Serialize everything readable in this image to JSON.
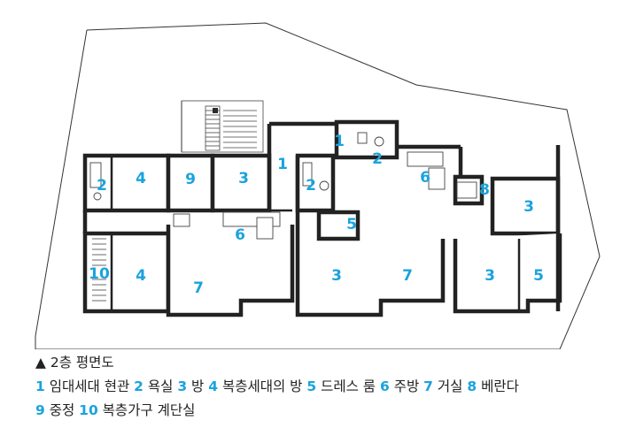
{
  "caption": {
    "title": "▲ 2층 평면도",
    "legend_line1": [
      {
        "n": "1",
        "label": "임대세대 현관"
      },
      {
        "n": "2",
        "label": "욕실"
      },
      {
        "n": "3",
        "label": "방"
      },
      {
        "n": "4",
        "label": "복층세대의 방"
      },
      {
        "n": "5",
        "label": "드레스 룸"
      },
      {
        "n": "6",
        "label": "주방"
      },
      {
        "n": "7",
        "label": "거실"
      },
      {
        "n": "8",
        "label": "베란다"
      }
    ],
    "legend_line2": [
      {
        "n": "9",
        "label": "중정"
      },
      {
        "n": "10",
        "label": "복층가구 계단실"
      }
    ]
  },
  "room_labels": {
    "r1a": "1",
    "r1b": "1",
    "r2a": "2",
    "r2b": "2",
    "r2c": "2",
    "r3a": "3",
    "r3b": "3",
    "r3c": "3",
    "r3d": "3",
    "r4a": "4",
    "r4b": "4",
    "r5a": "5",
    "r5b": "5",
    "r6a": "6",
    "r6b": "6",
    "r7a": "7",
    "r7b": "7",
    "r8": "8",
    "r9": "9",
    "r10": "10"
  },
  "colors": {
    "accent": "#1aa3dd",
    "wall": "#222222",
    "text": "#222222"
  }
}
